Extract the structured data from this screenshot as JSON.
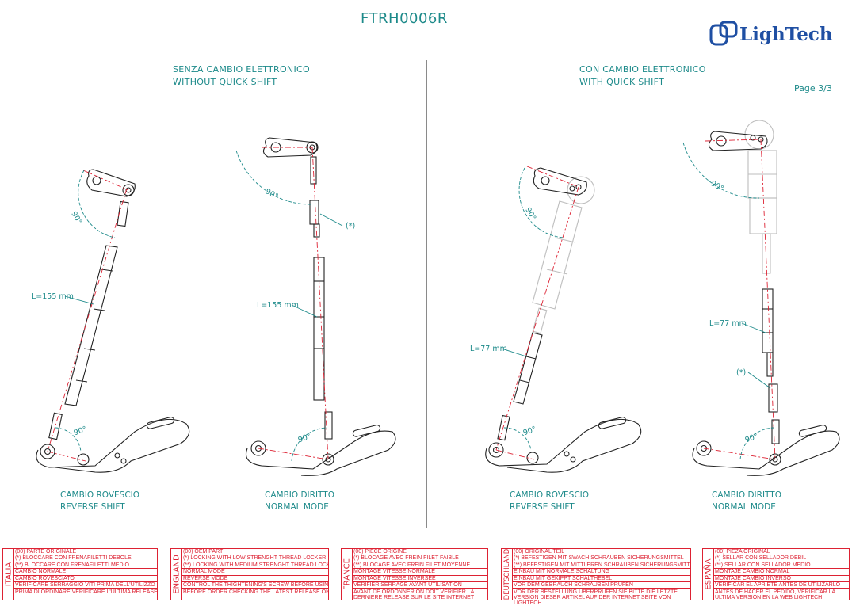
{
  "header": {
    "doc_code": "FTRH0006R",
    "page": "Page 3/3",
    "brand": "LighTech"
  },
  "left_panel": {
    "title_it": "SENZA CAMBIO ELETTRONICO",
    "title_en": "WITHOUT QUICK SHIFT"
  },
  "right_panel": {
    "title_it": "CON CAMBIO ELETTRONICO",
    "title_en": "WITH QUICK SHIFT"
  },
  "figures": [
    {
      "caption_it": "CAMBIO ROVESCIO",
      "caption_en": "REVERSE SHIFT",
      "length": "L=155 mm",
      "angle_top": "90°",
      "angle_bottom": "90°"
    },
    {
      "caption_it": "CAMBIO DIRITTO",
      "caption_en": "NORMAL MODE",
      "length": "L=155 mm",
      "angle_top": "90°",
      "angle_bottom": "90°",
      "note": "(*)"
    },
    {
      "caption_it": "CAMBIO ROVESCIO",
      "caption_en": "REVERSE SHIFT",
      "length": "L=77 mm",
      "angle_top": "90°",
      "angle_bottom": "90°"
    },
    {
      "caption_it": "CAMBIO DIRITTO",
      "caption_en": "NORMAL MODE",
      "length": "L=77 mm",
      "angle_top": "90°",
      "angle_bottom": "90°",
      "note": "(*)"
    }
  ],
  "legend": [
    {
      "country": "ITALIA",
      "rows": [
        "(00) PARTE ORIGINALE",
        "(*)   BLOCCARE CON FRENAFILETTI DEBOLE",
        "(**)  BLOCCARE CON FRENAFILETTI MEDIO",
        "CAMBIO NORMALE",
        "CAMBIO ROVESCIATO",
        "VERIFICARE SERRAGGIO VITI PRIMA DELL'UTILIZZO",
        "PRIMA DI ORDINARE VERIFICARE L'ULTIMA RELEASE SUL SITO"
      ]
    },
    {
      "country": "ENGLAND",
      "rows": [
        "(00) OEM PART",
        "(*)   LOCKING WITH LOW STRENGHT THREAD LOCKER",
        "(**)  LOCKING WITH MEDIUM STRENGHT THREAD LOCKER",
        "NORMAL MODE",
        "REVERSE MODE",
        "CONTROL THE THIGHTENING'S SCREW BEFORE USING",
        "BEFORE ORDER CHECKING THE LATEST RELEASE ON WEBSITE"
      ]
    },
    {
      "country": "FRANCE",
      "rows": [
        "(00) PIECE ORIGINE",
        "(*)   BLOCAGE AVEC FREIN FILET FAIBLE",
        "(**)  BLOCAGE AVEC FREIN FILET MOYENNE",
        "MONTAGE VITESSE NORMALE",
        "MONTAGE VITESSE INVERSEE",
        "VERIFIER SERRAGE AVANT UTILISATION",
        "AVANT DE ORDONNER ON DOIT VERIFIER LA DERNIERE RELEASE SUR LE SITE INTERNET"
      ]
    },
    {
      "country": "DEUTSCHLAND",
      "rows": [
        "(00) ORIGINAL TEIL",
        "(*)   BEFESTIGEN MIT SWACH SCHRAUBEN SICHERUNGSMITTEL",
        "(**)  BEFESTIGEN MIT MITTLEREN SCHRAUBEN SICHERUNGSMITTEL",
        "EINBAU MIT NORMALE SCHALTUNG",
        "EINBAU MIT GEKIPPT SCHALTHEBEL",
        "VOR DEM GEBRAUCH SCHRAUBEN PRUFEN",
        "VOR DER BESTELLUNG UBERPRUFEN SIE BITTE DIE LETZTE VERSION DIESER ARTIKEL AUF DER INTERNET SEITE VON LIGHTECH"
      ]
    },
    {
      "country": "ESPAÑA",
      "rows": [
        "(00) PIEZA ORIGINAL",
        "(*)   SELLAR CON SELLADOR DEBIL",
        "(**)  SELLAR CON SELLADOR MEDIO",
        "MONTAJE  CAMBIO NORMAL",
        "MONTAJE CAMBIO INVERSO",
        "VERIFICAR EL APRIETE ANTES DE UTILIZARLO",
        "ANTES DE HACER EL PEDIDO, VERIFICAR LA ULTIMA VERSION EN LA WEB LIGHTECH"
      ]
    }
  ],
  "colors": {
    "teal": "#1d8a8a",
    "red": "#dd2233",
    "drawing": "#222222",
    "ghost": "#bdbdbd",
    "logo": "#1f4fa3"
  }
}
